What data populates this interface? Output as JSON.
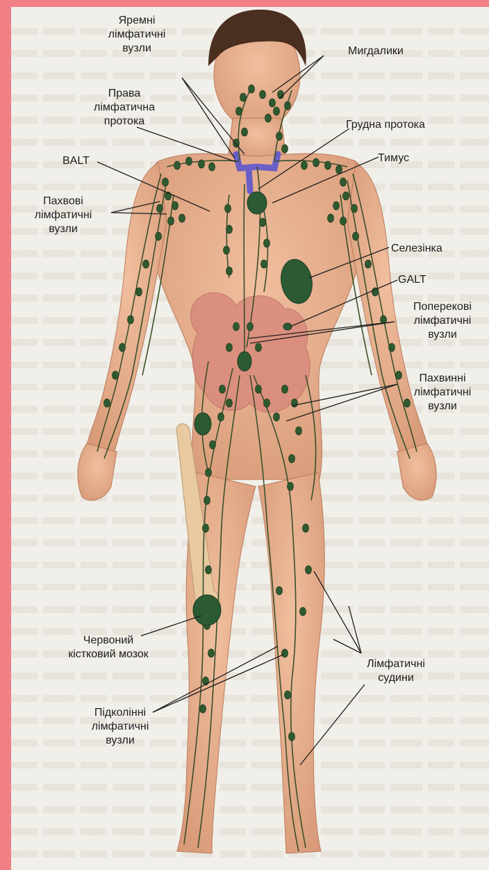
{
  "labels": {
    "jugular": "Яремні\nлімфатичні\nвузли",
    "tonsils": "Мигдалики",
    "right_duct": "Права\nлімфатична\nпротока",
    "thoracic_duct": "Грудна протока",
    "balt": "BALT",
    "thymus": "Тимус",
    "axillary": "Пахвові\nлімфатичні\nвузли",
    "spleen": "Селезінка",
    "galt": "GALT",
    "lumbar": "Поперекові\nлімфатичні\nвузли",
    "inguinal": "Пахвинні\nлімфатичні\nвузли",
    "bone_marrow": "Червоний\nкістковий мозок",
    "vessels": "Лімфатичні\nсудини",
    "popliteal": "Підколінні\nлімфатичні\nвузли"
  },
  "colors": {
    "frame": "#f07f86",
    "skin": "#e9b08f",
    "node": "#2f5a2f",
    "organ": "#2b5a33",
    "vessel": "#3a4f2a",
    "vein": "#6a5fc6"
  }
}
